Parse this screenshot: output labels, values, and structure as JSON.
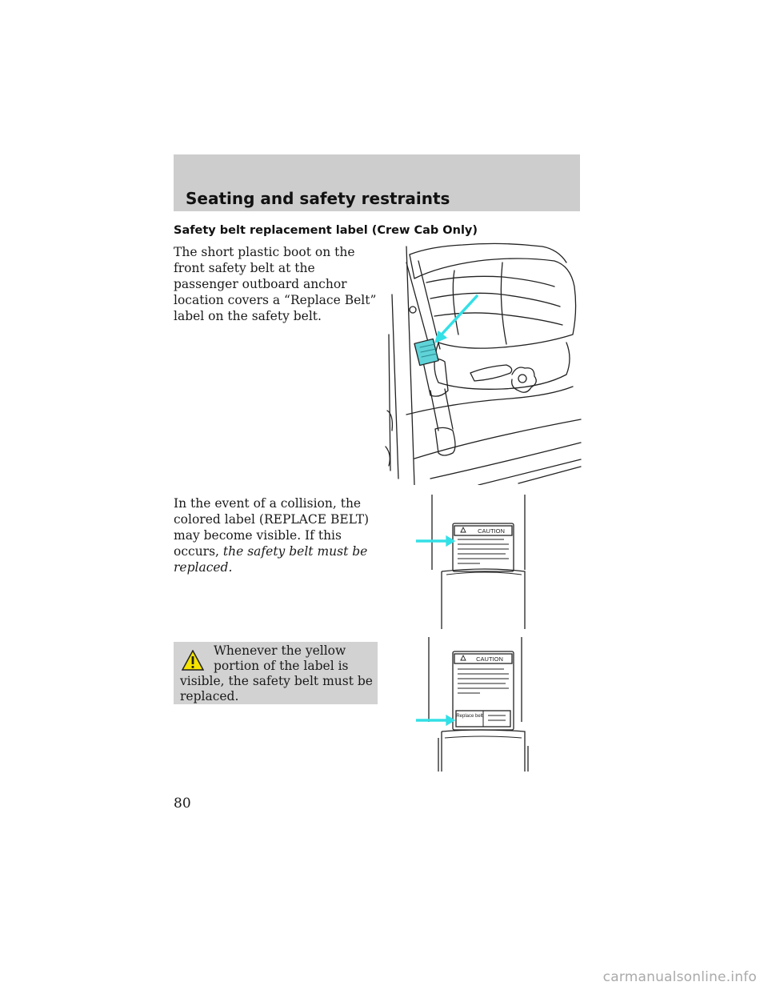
{
  "header": {
    "section_title": "Seating and safety restraints",
    "band_color": "#cdcdcd"
  },
  "subheading": "Safety belt replacement label (Crew Cab Only)",
  "paragraph1": "The short plastic boot on the front safety belt at the passenger outboard anchor location covers a “Replace Belt” label on the safety belt.",
  "paragraph2": {
    "text": "In the event of a collision, the colored label (REPLACE BELT) may become visible. If this occurs, ",
    "emphasis": "the safety belt must be replaced."
  },
  "warning": {
    "icon": "warning-triangle-icon",
    "text": "Whenever the yellow portion of the label is visible, the safety belt must be replaced.",
    "icon_color": "#f5e300",
    "box_color": "#d2d2d2"
  },
  "illustrations": {
    "label1_caution": "CAUTION",
    "label2_caution": "CAUTION",
    "label2_replace": "Replace belt",
    "arrow_color": "#33e0e6",
    "tab_color": "#5fd3d8"
  },
  "page_number": "80",
  "watermark": "carmanualsonline.info"
}
